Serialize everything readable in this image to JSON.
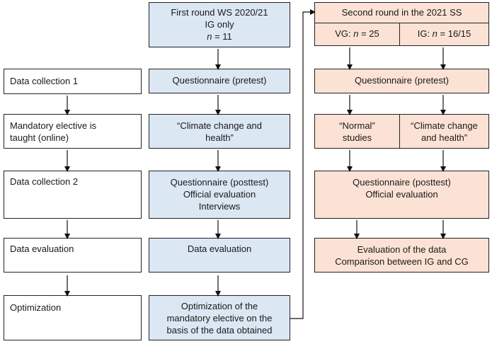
{
  "left_column": {
    "data_collection_1": "Data collection 1",
    "mandatory_elective": [
      "Mandatory elective is",
      "taught (online)"
    ],
    "data_collection_2": "Data collection 2",
    "data_evaluation": "Data evaluation",
    "optimization": "Optimization"
  },
  "middle_column": {
    "first_round": [
      "First round WS 2020/21",
      "IG only",
      "n = 11"
    ],
    "n_label": "n",
    "n_value": " = 11",
    "questionnaire_pretest": "Questionnaire (pretest)",
    "climate_course": [
      "“Climate change and",
      "health”"
    ],
    "posttest": [
      "Questionnaire (posttest)",
      "Official evaluation",
      "Interviews"
    ],
    "data_evaluation": "Data evaluation",
    "optimization": [
      "Optimization of the",
      "mandatory elective on the",
      "basis of the data obtained"
    ]
  },
  "right_column": {
    "second_round": "Second round in the 2021 SS",
    "vg_prefix": "VG: ",
    "vg_n": "n",
    "vg_value": " = 25",
    "ig_prefix": "IG: ",
    "ig_n": "n",
    "ig_value": " = 16/15",
    "questionnaire_pretest": "Questionnaire (pretest)",
    "normal_studies": [
      "“Normal”",
      "studies"
    ],
    "climate_course": [
      "“Climate change",
      "and health”"
    ],
    "posttest": [
      "Questionnaire (posttest)",
      "Official evaluation"
    ],
    "evaluation": [
      "Evaluation of the data",
      "Comparison between IG and CG"
    ]
  },
  "colors": {
    "blue_fill": "#dbe7f3",
    "peach_fill": "#fbe2d4",
    "border": "#222222"
  }
}
